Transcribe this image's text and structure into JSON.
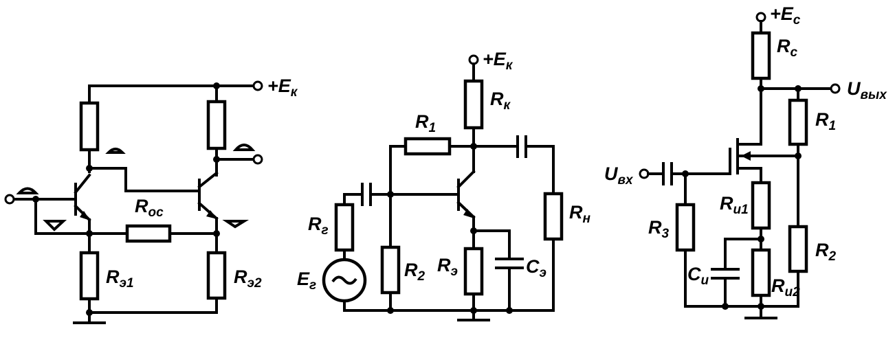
{
  "colors": {
    "ink": "#000000",
    "background": "#ffffff"
  },
  "circuit1": {
    "supply": "+E",
    "supply_sub": "к",
    "r_e1": {
      "main": "R",
      "sub": "э1"
    },
    "r_e2": {
      "main": "R",
      "sub": "э2"
    },
    "r_fb": {
      "main": "R",
      "sub": "ос"
    }
  },
  "circuit2": {
    "supply": "+E",
    "supply_sub": "к",
    "rk": {
      "main": "R",
      "sub": "к"
    },
    "r1": {
      "main": "R",
      "sub": "1"
    },
    "r2": {
      "main": "R",
      "sub": "2"
    },
    "re": {
      "main": "R",
      "sub": "э"
    },
    "ce": {
      "main": "C",
      "sub": "э"
    },
    "rg": {
      "main": "R",
      "sub": "г"
    },
    "eg": {
      "main": "E",
      "sub": "г"
    },
    "rn": {
      "main": "R",
      "sub": "н"
    }
  },
  "circuit3": {
    "supply": "+E",
    "supply_sub": "с",
    "rc": {
      "main": "R",
      "sub": "с"
    },
    "uout": {
      "main": "U",
      "sub": "вых"
    },
    "uin": {
      "main": "U",
      "sub": "вх"
    },
    "r1": {
      "main": "R",
      "sub": "1"
    },
    "r2": {
      "main": "R",
      "sub": "2"
    },
    "r3": {
      "main": "R",
      "sub": "3"
    },
    "ri1": {
      "main": "R",
      "sub": "и1"
    },
    "ri2": {
      "main": "R",
      "sub": "и2"
    },
    "ci": {
      "main": "C",
      "sub": "и"
    }
  }
}
